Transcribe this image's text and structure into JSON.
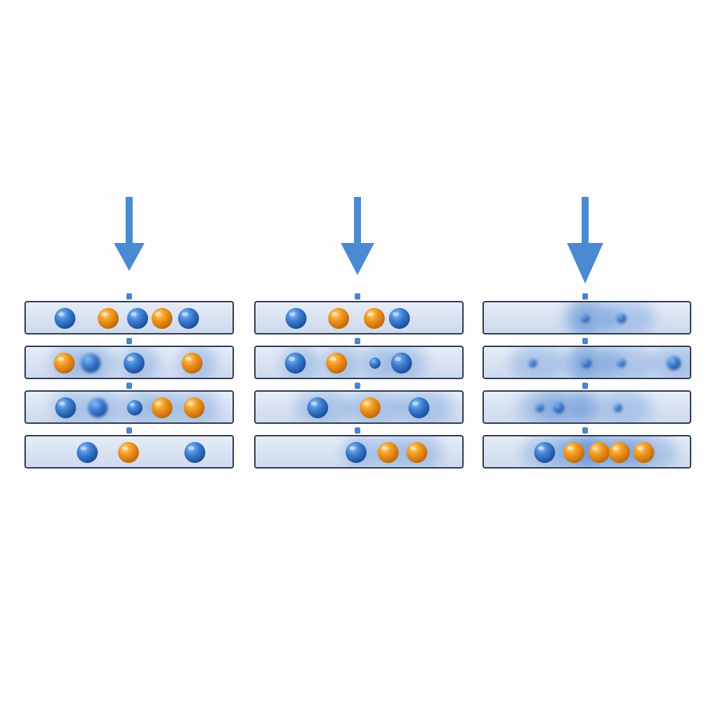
{
  "colors": {
    "arrow": "#4a8ad2",
    "bar_fill": "#d9e3f3",
    "bar_border": "#2e3a4e",
    "connector": "#4a86cc",
    "blue_ball": "#2f6fc5",
    "orange_ball": "#f0961e",
    "diffuse_spot": "#3b78cc",
    "background": "#fdfdfd"
  },
  "icons": [
    "down-arrow-icon"
  ],
  "panels": [
    {
      "name": "panel-1",
      "layers": [
        {
          "particles": [
            "blue",
            "orange",
            "blue",
            "orange",
            "blue"
          ],
          "diffusion": "low"
        },
        {
          "particles": [
            "orange",
            "blue",
            "blue",
            "orange"
          ],
          "diffusion": "medium"
        },
        {
          "particles": [
            "blue",
            "blue",
            "blue",
            "orange",
            "orange"
          ],
          "diffusion": "medium"
        },
        {
          "particles": [
            "blue",
            "orange",
            "blue"
          ],
          "diffusion": "low"
        }
      ]
    },
    {
      "name": "panel-2",
      "layers": [
        {
          "particles": [
            "blue",
            "orange",
            "orange",
            "blue"
          ],
          "diffusion": "low"
        },
        {
          "particles": [
            "blue",
            "orange",
            "blue",
            "blue"
          ],
          "diffusion": "medium"
        },
        {
          "particles": [
            "blue",
            "orange",
            "blue"
          ],
          "diffusion": "high"
        },
        {
          "particles": [
            "blue",
            "orange",
            "orange"
          ],
          "diffusion": "medium"
        }
      ]
    },
    {
      "name": "panel-3",
      "layers": [
        {
          "particles": [
            "blue",
            "blue"
          ],
          "diffusion": "high"
        },
        {
          "particles": [
            "blue",
            "blue",
            "blue",
            "blue"
          ],
          "diffusion": "high"
        },
        {
          "particles": [
            "blue",
            "blue",
            "blue"
          ],
          "diffusion": "high"
        },
        {
          "particles": [
            "blue",
            "orange",
            "orange",
            "orange",
            "orange"
          ],
          "diffusion": "high"
        }
      ]
    }
  ]
}
